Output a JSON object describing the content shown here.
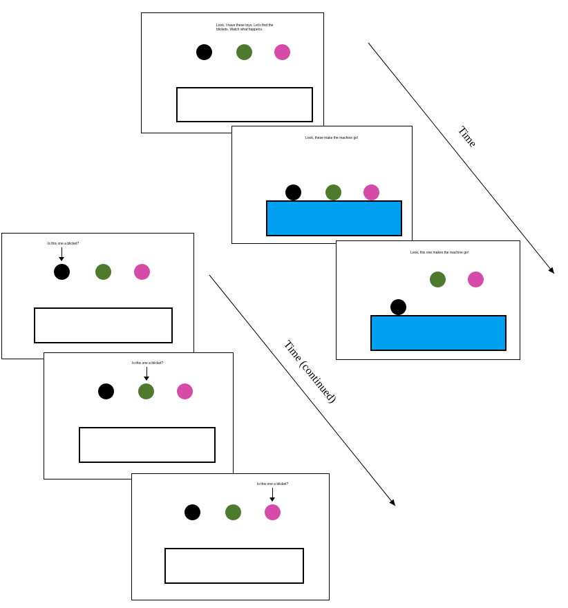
{
  "figure": {
    "time_label": "Time",
    "time_continued_label": "Time (continued)"
  },
  "colors": {
    "black_ball": "#000000",
    "green_ball": "#4e7a2e",
    "pink_ball": "#d64aa8",
    "machine_active": "#00a0f0",
    "machine_idle": "#ffffff"
  },
  "panels": [
    {
      "caption": "Look, I have these toys. Let’s find the blickets. Watch what happens.",
      "machine_state": "off"
    },
    {
      "caption": "Look, these make the machine go!",
      "machine_state": "on"
    },
    {
      "caption": "Look, this one makes the machine go!",
      "machine_state": "on"
    },
    {
      "caption": "Is this one a blicket?",
      "machine_state": "off",
      "queried_ball": "black"
    },
    {
      "caption": "Is this one a blicket?",
      "machine_state": "off",
      "queried_ball": "green"
    },
    {
      "caption": "Is this one a blicket?",
      "machine_state": "off",
      "queried_ball": "pink"
    }
  ]
}
